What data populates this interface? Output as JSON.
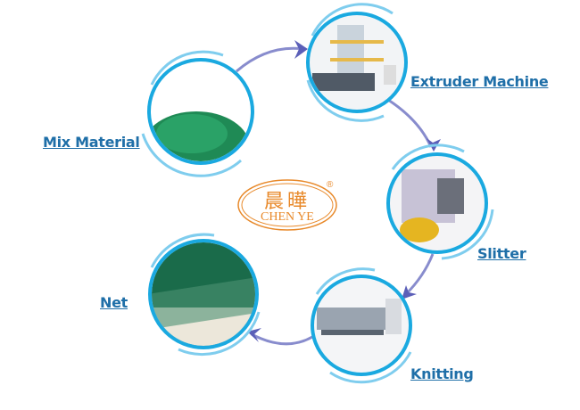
{
  "logo": {
    "chinese": "晨曄",
    "english": "CHEN YE",
    "mark": "®"
  },
  "steps": [
    {
      "label": "Mix Material"
    },
    {
      "label": "Extruder Machine"
    },
    {
      "label": "Slitter"
    },
    {
      "label": "Knitting"
    },
    {
      "label": "Net"
    }
  ],
  "colors": {
    "ring": "#1aa9e0",
    "arrow": "#5b5fb8",
    "label": "#1f6fa8",
    "logo": "#e8892a"
  }
}
